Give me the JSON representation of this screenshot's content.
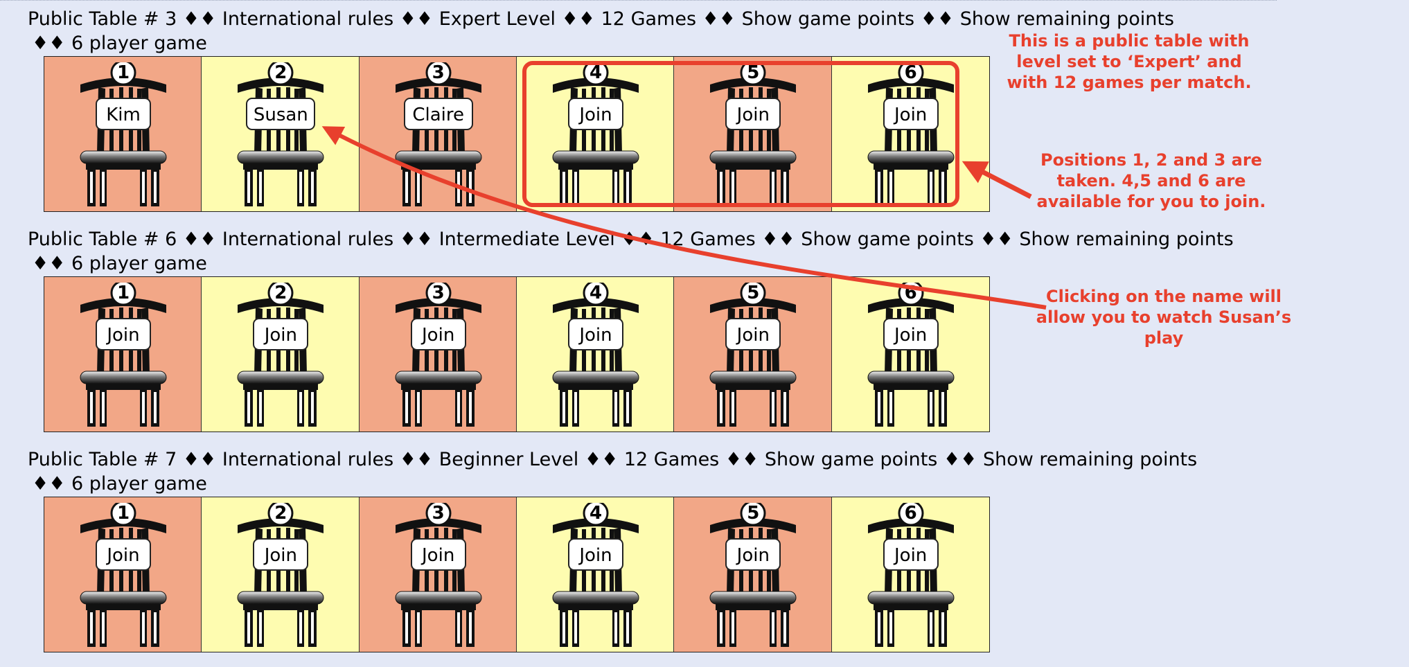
{
  "tables": [
    {
      "header_line1": "Public Table # 3 ♦♦ International rules ♦♦ Expert Level ♦♦ 12 Games ♦♦ Show game points ♦♦ Show remaining points",
      "header_line2": "♦♦  6 player game",
      "seats": [
        {
          "number": "1",
          "label": "Kim",
          "color": "salmon"
        },
        {
          "number": "2",
          "label": "Susan",
          "color": "yellow"
        },
        {
          "number": "3",
          "label": "Claire",
          "color": "salmon"
        },
        {
          "number": "4",
          "label": "Join",
          "color": "yellow"
        },
        {
          "number": "5",
          "label": "Join",
          "color": "salmon"
        },
        {
          "number": "6",
          "label": "Join",
          "color": "yellow"
        }
      ]
    },
    {
      "header_line1": "Public Table # 6 ♦♦ International rules ♦♦ Intermediate Level ♦♦ 12 Games ♦♦ Show game points ♦♦ Show remaining points",
      "header_line2": "♦♦  6 player game",
      "seats": [
        {
          "number": "1",
          "label": "Join",
          "color": "salmon"
        },
        {
          "number": "2",
          "label": "Join",
          "color": "yellow"
        },
        {
          "number": "3",
          "label": "Join",
          "color": "salmon"
        },
        {
          "number": "4",
          "label": "Join",
          "color": "yellow"
        },
        {
          "number": "5",
          "label": "Join",
          "color": "salmon"
        },
        {
          "number": "6",
          "label": "Join",
          "color": "yellow"
        }
      ]
    },
    {
      "header_line1": "Public Table # 7 ♦♦ International rules ♦♦ Beginner Level ♦♦ 12 Games ♦♦ Show game points ♦♦ Show remaining points",
      "header_line2": "♦♦  6 player game",
      "seats": [
        {
          "number": "1",
          "label": "Join",
          "color": "salmon"
        },
        {
          "number": "2",
          "label": "Join",
          "color": "yellow"
        },
        {
          "number": "3",
          "label": "Join",
          "color": "salmon"
        },
        {
          "number": "4",
          "label": "Join",
          "color": "yellow"
        },
        {
          "number": "5",
          "label": "Join",
          "color": "salmon"
        },
        {
          "number": "6",
          "label": "Join",
          "color": "yellow"
        }
      ]
    }
  ],
  "annotations": {
    "public_table_note": [
      "This is a public table with",
      "level set to ‘Expert’ and",
      "with 12 games per match."
    ],
    "positions_note": [
      "Positions 1, 2 and 3 are",
      "taken. 4,5 and 6 are",
      "available for you to join."
    ],
    "watch_note": [
      "Clicking on the name will",
      "allow you to watch Susan’s",
      "play"
    ]
  },
  "colors": {
    "background": "#e3e8f6",
    "seat_salmon": "#f2a787",
    "seat_yellow": "#fefcb0",
    "annotation_red": "#e8402d"
  },
  "icons": {
    "chair": "chair-icon",
    "arrow": "arrow-annotation"
  }
}
